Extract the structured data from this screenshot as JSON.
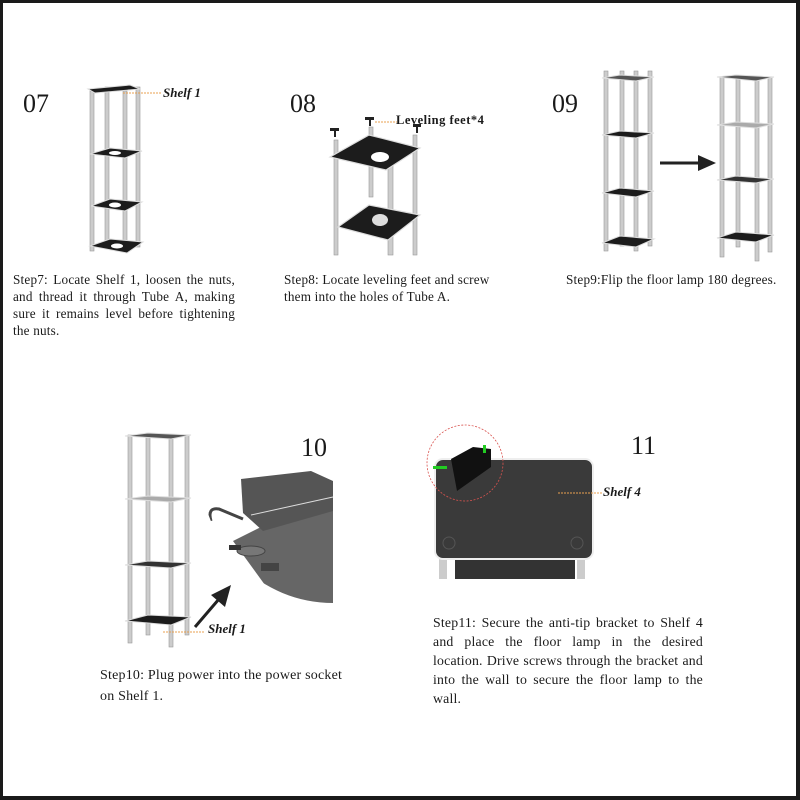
{
  "steps": [
    {
      "number": "07",
      "label": "Shelf 1",
      "text": "Step7: Locate Shelf 1, loosen the nuts, and thread it through Tube A, making sure it remains level before tightening the nuts."
    },
    {
      "number": "08",
      "label": "Leveling feet*4",
      "text": "Step8: Locate leveling feet and screw them into the holes of Tube A."
    },
    {
      "number": "09",
      "label": "",
      "text": "Step9:Flip the floor lamp 180 degrees."
    },
    {
      "number": "10",
      "label": "Shelf 1",
      "text": "Step10: Plug power into the power socket on Shelf 1."
    },
    {
      "number": "11",
      "label": "Shelf 4",
      "text": "Step11: Secure the anti-tip bracket to Shelf 4 and place the floor lamp in the desired location. Drive screws through the bracket and into the wall to secure the floor lamp to the wall."
    }
  ],
  "colors": {
    "leader_line": "#e8a050",
    "shelf": "#1c1c1c",
    "tube": "#c8c8c8",
    "circle_highlight": "#d9534f",
    "screw": "#22cc22",
    "border": "#1a1a1a"
  }
}
